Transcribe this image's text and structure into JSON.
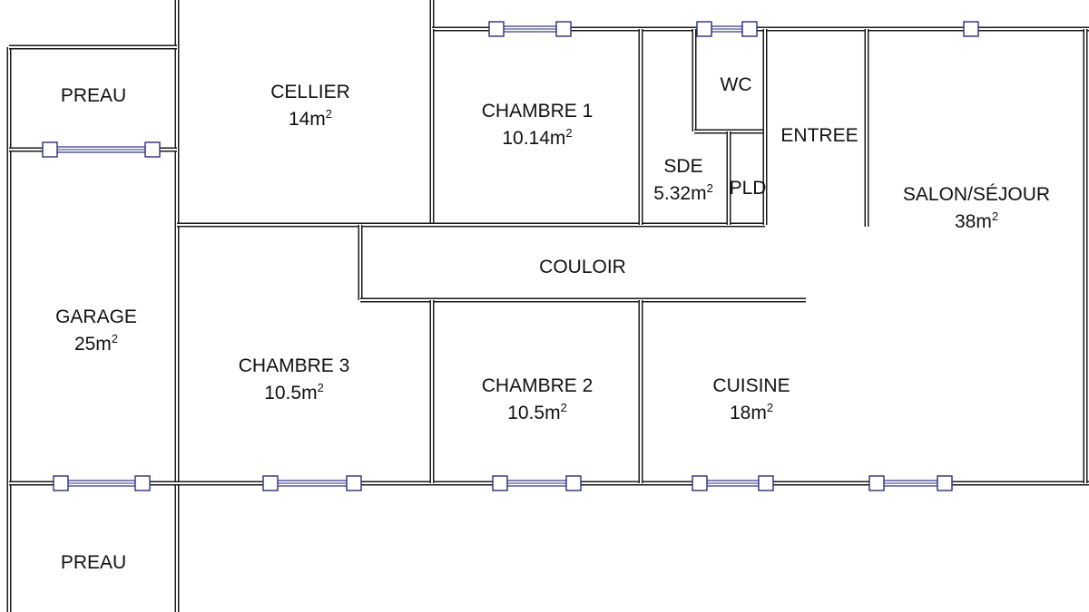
{
  "rooms": {
    "preau_top": {
      "name": "PREAU"
    },
    "cellier": {
      "name": "CELLIER",
      "area": "14",
      "unit": "m",
      "exp": "2"
    },
    "chambre1": {
      "name": "CHAMBRE 1",
      "area": "10.14",
      "unit": "m",
      "exp": "2"
    },
    "sde": {
      "name": "SDE",
      "area": "5.32",
      "unit": "m",
      "exp": "2"
    },
    "wc": {
      "name": "WC"
    },
    "pld": {
      "name": "PLD"
    },
    "entree": {
      "name": "ENTREE"
    },
    "salon": {
      "name": "SALON/SÉJOUR",
      "area": "38",
      "unit": "m",
      "exp": "2"
    },
    "couloir": {
      "name": "COULOIR"
    },
    "garage": {
      "name": "GARAGE",
      "area": "25",
      "unit": "m",
      "exp": "2"
    },
    "chambre3": {
      "name": "CHAMBRE 3",
      "area": "10.5",
      "unit": "m",
      "exp": "2"
    },
    "chambre2": {
      "name": "CHAMBRE 2",
      "area": "10.5",
      "unit": "m",
      "exp": "2"
    },
    "cuisine": {
      "name": "CUISINE",
      "area": "18",
      "unit": "m",
      "exp": "2"
    },
    "preau_bottom": {
      "name": "PREAU"
    }
  },
  "colors": {
    "wall": "#1a1a1a",
    "window_frame": "#2b2e7a",
    "background": "#ffffff"
  }
}
